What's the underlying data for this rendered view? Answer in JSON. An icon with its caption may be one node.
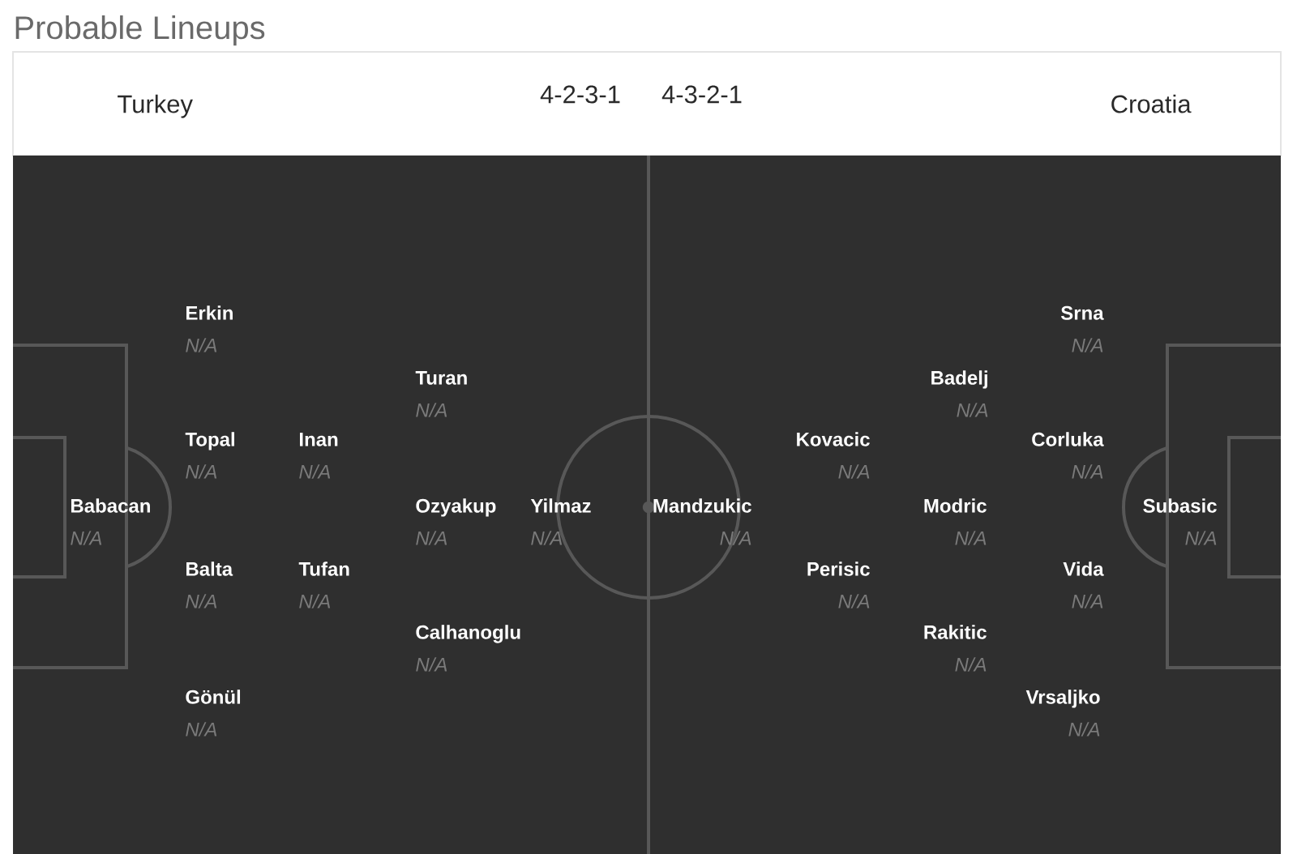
{
  "diagram": {
    "title": "Probable Lineups",
    "labels": [
      "Turkey",
      "4-2-3-1",
      "4-3-2-1",
      "Croatia",
      "Babacan",
      "N/A",
      "Erkin",
      "N/A",
      "Topal",
      "N/A",
      "Balta",
      "N/A",
      "Gönül",
      "N/A",
      "Inan",
      "N/A",
      "Tufan",
      "N/A",
      "Turan",
      "N/A",
      "Ozyakup",
      "N/A",
      "Calhanoglu",
      "N/A",
      "Yilmaz",
      "N/A",
      "Mandzukic",
      "N/A",
      "Kovacic",
      "N/A",
      "Perisic",
      "N/A",
      "Badelj",
      "N/A",
      "Modric",
      "N/A",
      "Rakitic",
      "N/A",
      "Srna",
      "N/A",
      "Corluka",
      "N/A",
      "Vida",
      "N/A",
      "Vrsaljko",
      "N/A",
      "Subasic",
      "N/A"
    ]
  }
}
